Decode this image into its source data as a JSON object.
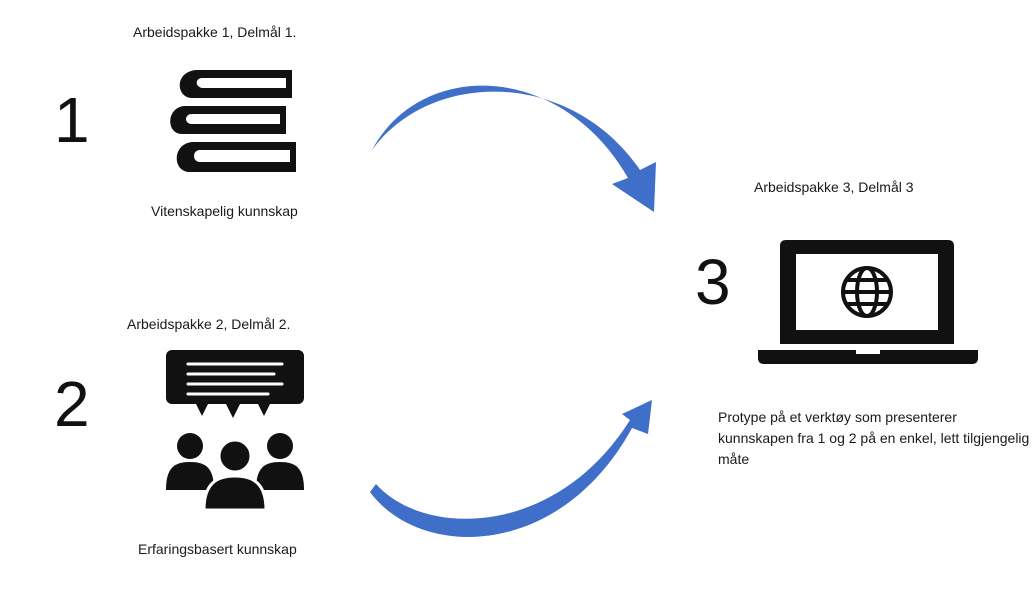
{
  "work_packages": [
    {
      "number": "1",
      "title": "Arbeidspakke 1, Delmål 1.",
      "caption": "Vitenskapelig kunnskap",
      "icon": "books-icon"
    },
    {
      "number": "2",
      "title": "Arbeidspakke 2, Delmål 2.",
      "caption": "Erfaringsbasert kunnskap",
      "icon": "discussion-group-icon"
    },
    {
      "number": "3",
      "title": "Arbeidspakke 3, Delmål 3",
      "caption": "Protype på et verktøy som presenterer kunnskapen fra 1 og 2 på en enkel, lett tilgjengelig måte",
      "icon": "laptop-globe-icon"
    }
  ],
  "colors": {
    "arrow": "#3f6fc9",
    "icon": "#111111",
    "text": "#1a1a1a"
  }
}
